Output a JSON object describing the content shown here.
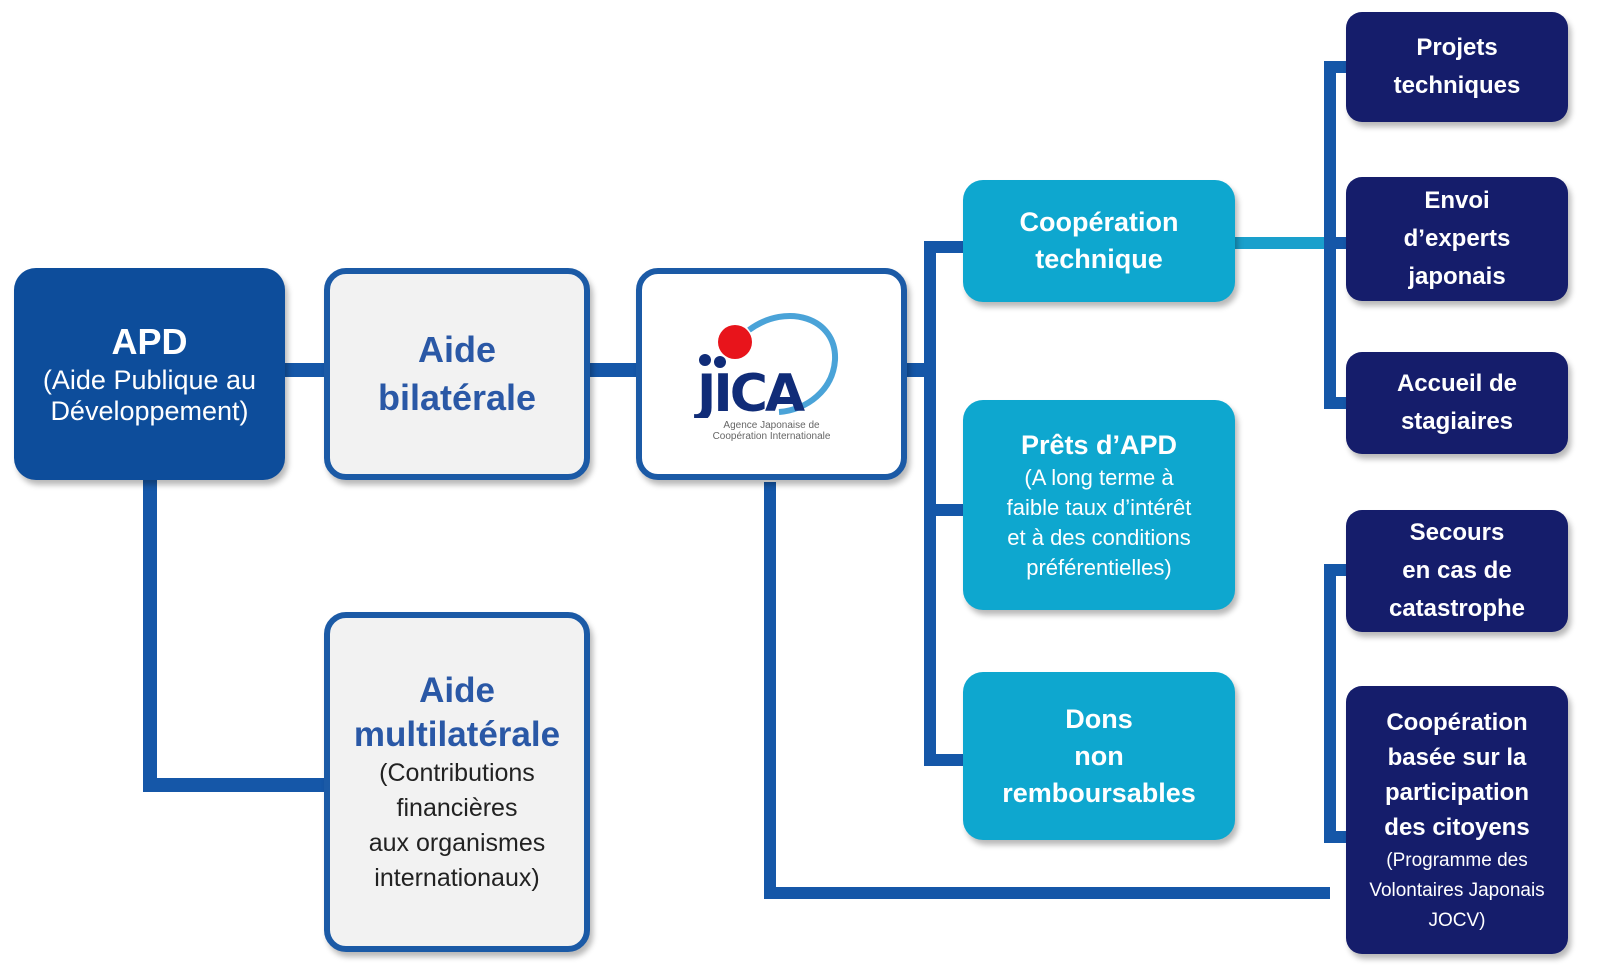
{
  "apd": {
    "title": "APD",
    "lines": [
      "(Aide Publique au",
      "Développement)"
    ]
  },
  "bilateral": {
    "lines": [
      "Aide",
      "bilatérale"
    ]
  },
  "multilateral": {
    "title_lines": [
      "Aide",
      "multilatérale"
    ],
    "detail_lines": [
      "(Contributions",
      "financières",
      "aux organismes",
      "internationaux)"
    ]
  },
  "jica": {
    "logo_text": "JICA",
    "tagline_lines": [
      "Agence Japonaise de",
      "Coopération Internationale"
    ]
  },
  "cooperation_technique": {
    "lines": [
      "Coopération",
      "technique"
    ]
  },
  "prets": {
    "title": "Prêts d’APD",
    "lines": [
      "(A long terme à",
      "faible taux d’intérêt",
      "et à des conditions",
      "préférentielles)"
    ]
  },
  "dons": {
    "lines": [
      "Dons",
      "non",
      "remboursables"
    ]
  },
  "projets": {
    "lines": [
      "Projets",
      "techniques"
    ]
  },
  "envoi": {
    "lines": [
      "Envoi",
      "d’experts",
      "japonais"
    ]
  },
  "accueil": {
    "lines": [
      "Accueil de",
      "stagiaires"
    ]
  },
  "secours": {
    "lines": [
      "Secours",
      "en cas de",
      "catastrophe"
    ]
  },
  "cooperation_citoyens": {
    "lines": [
      "Coopération",
      "basée sur la",
      "participation",
      "des citoyens"
    ],
    "detail_lines": [
      "(Programme des",
      "Volontaires Japonais",
      "JOCV)"
    ]
  },
  "colors": {
    "connector": "#1557a8",
    "connector_light": "#1aa0cc",
    "apd": "#0d4d9b",
    "cyan": "#0ea7cf",
    "navy": "#151d6b",
    "border": "#1b5aa6",
    "jica_red": "#e8141b",
    "jica_navy": "#102c78"
  }
}
